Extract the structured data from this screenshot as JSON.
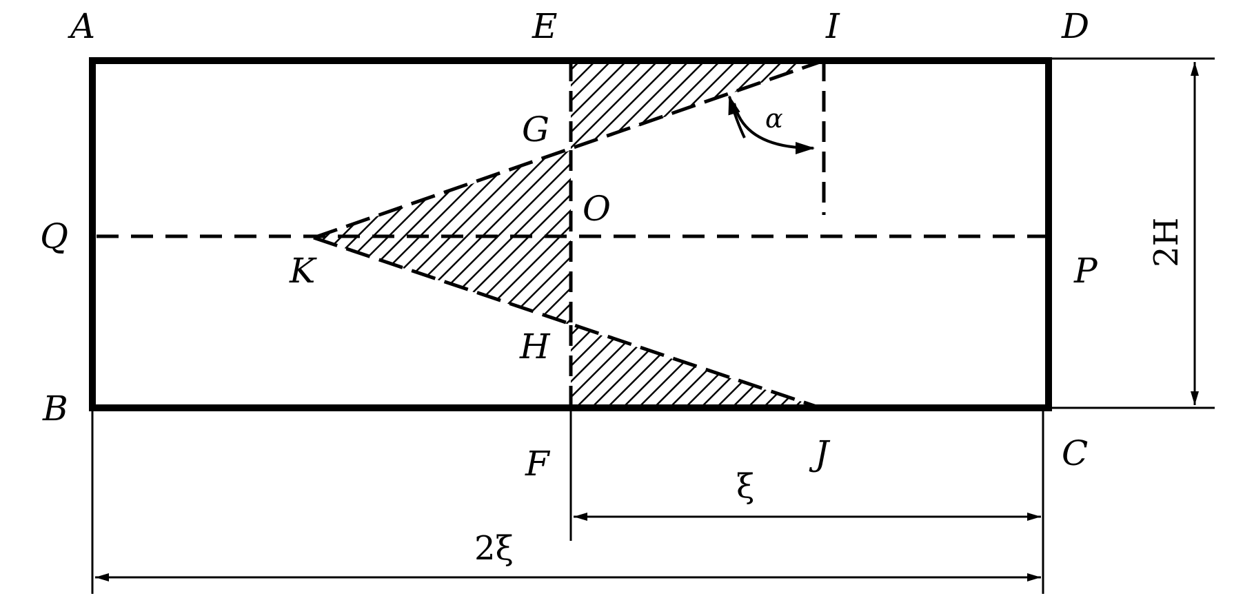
{
  "points": {
    "A": "A",
    "B": "B",
    "C": "C",
    "D": "D",
    "E": "E",
    "F": "F",
    "G": "G",
    "H": "H",
    "I": "I",
    "J": "J",
    "K": "K",
    "O": "O",
    "P": "P",
    "Q": "Q"
  },
  "angle_label": "α",
  "dimensions": {
    "height": "2H",
    "half_width": "ξ",
    "full_width": "2ξ"
  },
  "colors": {
    "stroke": "#000000",
    "background": "#ffffff"
  }
}
